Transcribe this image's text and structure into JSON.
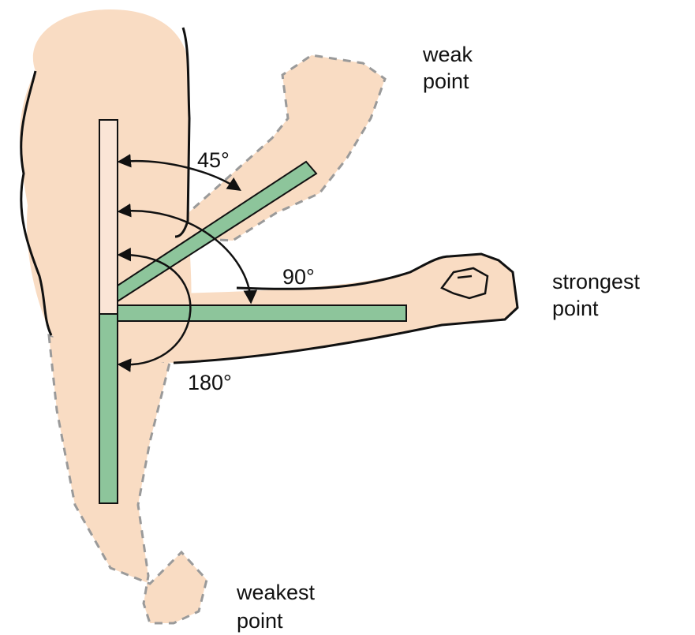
{
  "colors": {
    "skin": "#f9dcc3",
    "bar_fill": "#8dc59b",
    "bar_top_fill": "#fbe5d6",
    "outline": "#111111",
    "dashed_outline": "#9a9a9a"
  },
  "labels": {
    "angle_45": "45°",
    "angle_90": "90°",
    "angle_180": "180°",
    "weak_line1": "weak",
    "weak_line2": "point",
    "strongest_line1": "strongest",
    "strongest_line2": "point",
    "weakest_line1": "weakest",
    "weakest_line2": "point"
  }
}
